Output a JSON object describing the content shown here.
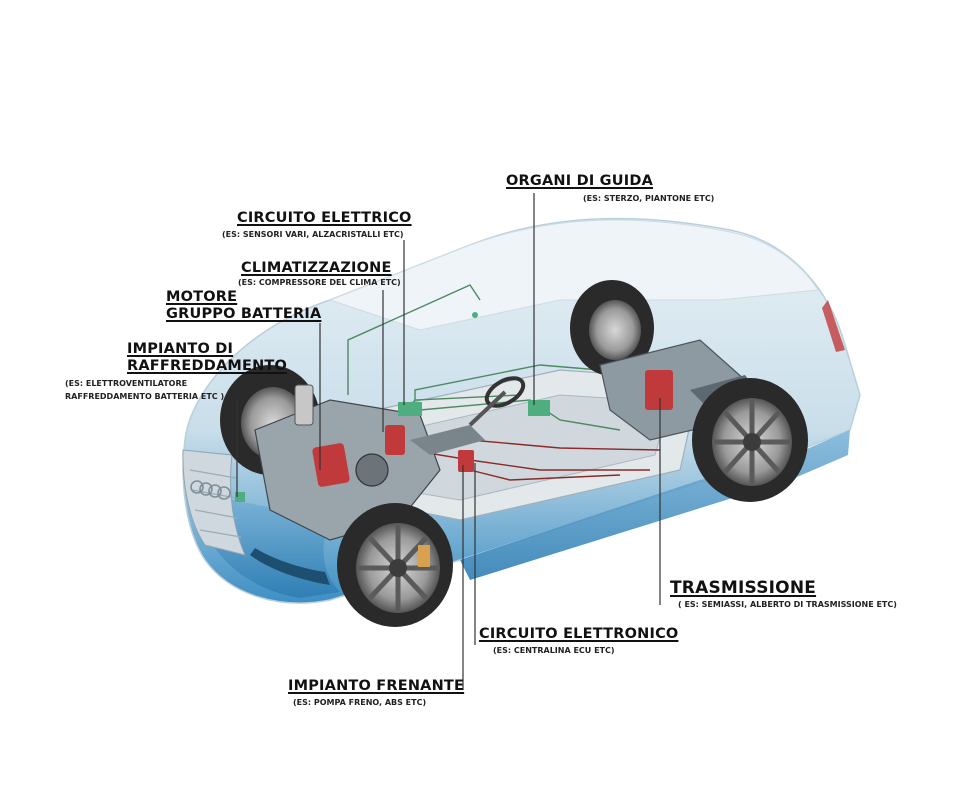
{
  "labels": {
    "organi_di_guida": {
      "title": "ORGANI DI GUIDA",
      "sub": "(ES: STERZO, PIANTONE ETC)"
    },
    "circuito_elettrico": {
      "title": "CIRCUITO ELETTRICO",
      "sub": "(ES: SENSORI VARI, ALZACRISTALLI ETC)"
    },
    "climatizzazione": {
      "title": "CLIMATIZZAZIONE",
      "sub": "(ES: COMPRESSORE DEL CLIMA ETC)"
    },
    "motore": {
      "line1": "MOTORE",
      "line2": "GRUPPO BATTERIA"
    },
    "impianto_raffreddamento": {
      "line1": "IMPIANTO DI",
      "line2": "RAFFREDDAMENTO",
      "sub1": "(ES: ELETTROVENTILATORE",
      "sub2": "RAFFREDDAMENTO BATTERIA ETC )"
    },
    "trasmissione": {
      "title": "TRASMISSIONE",
      "sub": "( ES: SEMIASSI, ALBERTO DI TRASMISSIONE ETC)"
    },
    "circuito_elettronico": {
      "title": "CIRCUITO ELETTRONICO",
      "sub": "(ES: CENTRALINA ECU ETC)"
    },
    "impianto_frenante": {
      "title": "IMPIANTO FRENANTE",
      "sub": "(ES: POMPA FRENO, ABS ETC)"
    }
  },
  "colors": {
    "body_blue": "#3d8fc4",
    "glass": "#dfeaf1",
    "red_component": "#c0393b",
    "green_component": "#4fae7f",
    "wire_green": "#4d8a62",
    "wire_red": "#8a2a2a",
    "tire": "#2a2a2a",
    "leader": "#333333"
  }
}
